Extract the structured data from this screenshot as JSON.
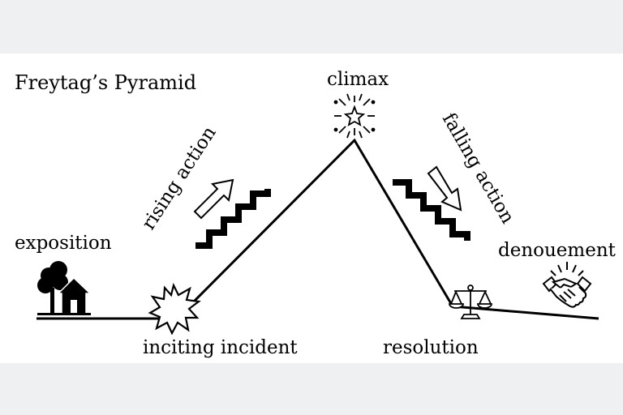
{
  "title": "Freytag’s Pyramid",
  "labels": {
    "exposition": "exposition",
    "inciting_incident": "inciting incident",
    "rising_action": "rising action",
    "climax": "climax",
    "falling_action": "falling action",
    "resolution": "resolution",
    "denouement": "denouement"
  },
  "icons": {
    "exposition": "house-tree-icon",
    "inciting_incident": "burst-icon",
    "rising_action": "stairs-up-arrow-icon",
    "climax": "sparkle-star-icon",
    "falling_action": "stairs-down-arrow-icon",
    "resolution": "scales-icon",
    "denouement": "handshake-icon"
  },
  "colors": {
    "ink": "#000000",
    "background": "#ffffff",
    "margin": "#eef0f1"
  }
}
